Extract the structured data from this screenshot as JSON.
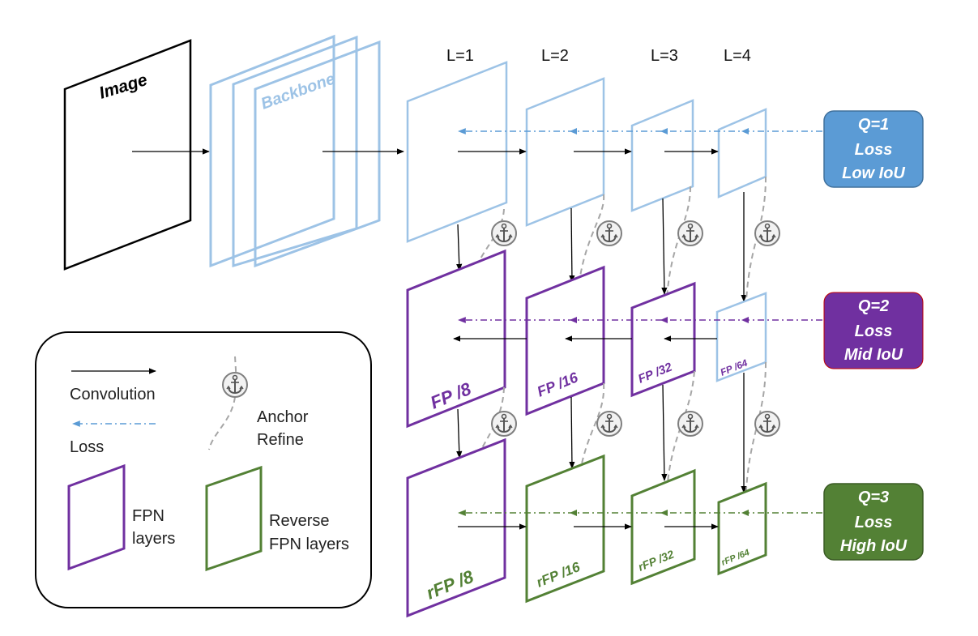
{
  "levels": [
    "L=1",
    "L=2",
    "L=3",
    "L=4"
  ],
  "image_label": "Image",
  "backbone_label": "Backbone",
  "fpn_labels": [
    "FP /8",
    "FP /16",
    "FP /32",
    "FP /64"
  ],
  "rfpn_labels": [
    "rFP /8",
    "rFP /16",
    "rFP /32",
    "rFP /64"
  ],
  "quality_boxes": [
    {
      "lines": [
        "Q=1",
        "Loss",
        "Low IoU"
      ],
      "color": "#5b9bd5"
    },
    {
      "lines": [
        "Q=2",
        "Loss",
        "Mid IoU"
      ],
      "color": "#7030a0"
    },
    {
      "lines": [
        "Q=3",
        "Loss",
        "High IoU"
      ],
      "color": "#538135"
    }
  ],
  "legend": {
    "convolution": "Convolution",
    "loss": "Loss",
    "anchor_refine": [
      "Anchor",
      "Refine"
    ],
    "fpn_layers": [
      "FPN",
      "layers"
    ],
    "reverse_fpn_layers": [
      "Reverse",
      "FPN layers"
    ]
  },
  "colors": {
    "backbone": "#9dc3e6",
    "fpn": "#7030a0",
    "rfpn": "#538135",
    "loss_blue": "#5b9bd5",
    "anchor_path": "#a6a6a6"
  },
  "icons": [
    "anchor-icon"
  ]
}
